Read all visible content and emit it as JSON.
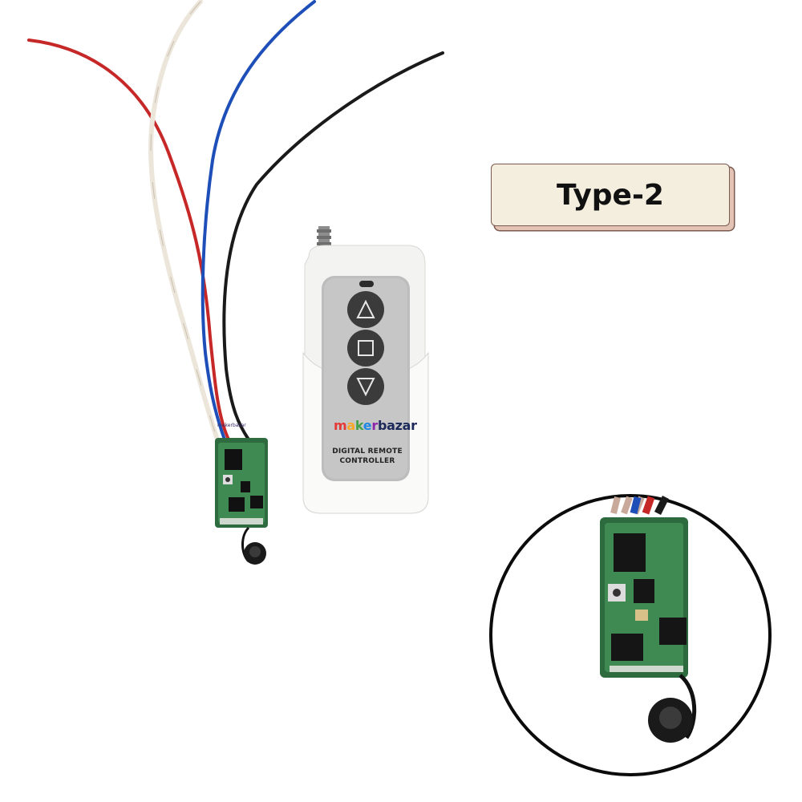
{
  "badge": {
    "label": "Type-2"
  },
  "remote": {
    "brand_parts": [
      "m",
      "a",
      "k",
      "e",
      "r"
    ],
    "brand_rest": "bazar",
    "caption_line1": "DIGITAL REMOTE",
    "caption_line2": "CONTROLLER",
    "buttons": [
      "up-arrow-icon",
      "stop-square-icon",
      "down-arrow-icon"
    ]
  },
  "module": {
    "micro_label": "makerbazar"
  },
  "wires": {
    "colors": [
      "#c62828",
      "#efe8df",
      "#1e4fb8",
      "#1a1a1a"
    ]
  }
}
